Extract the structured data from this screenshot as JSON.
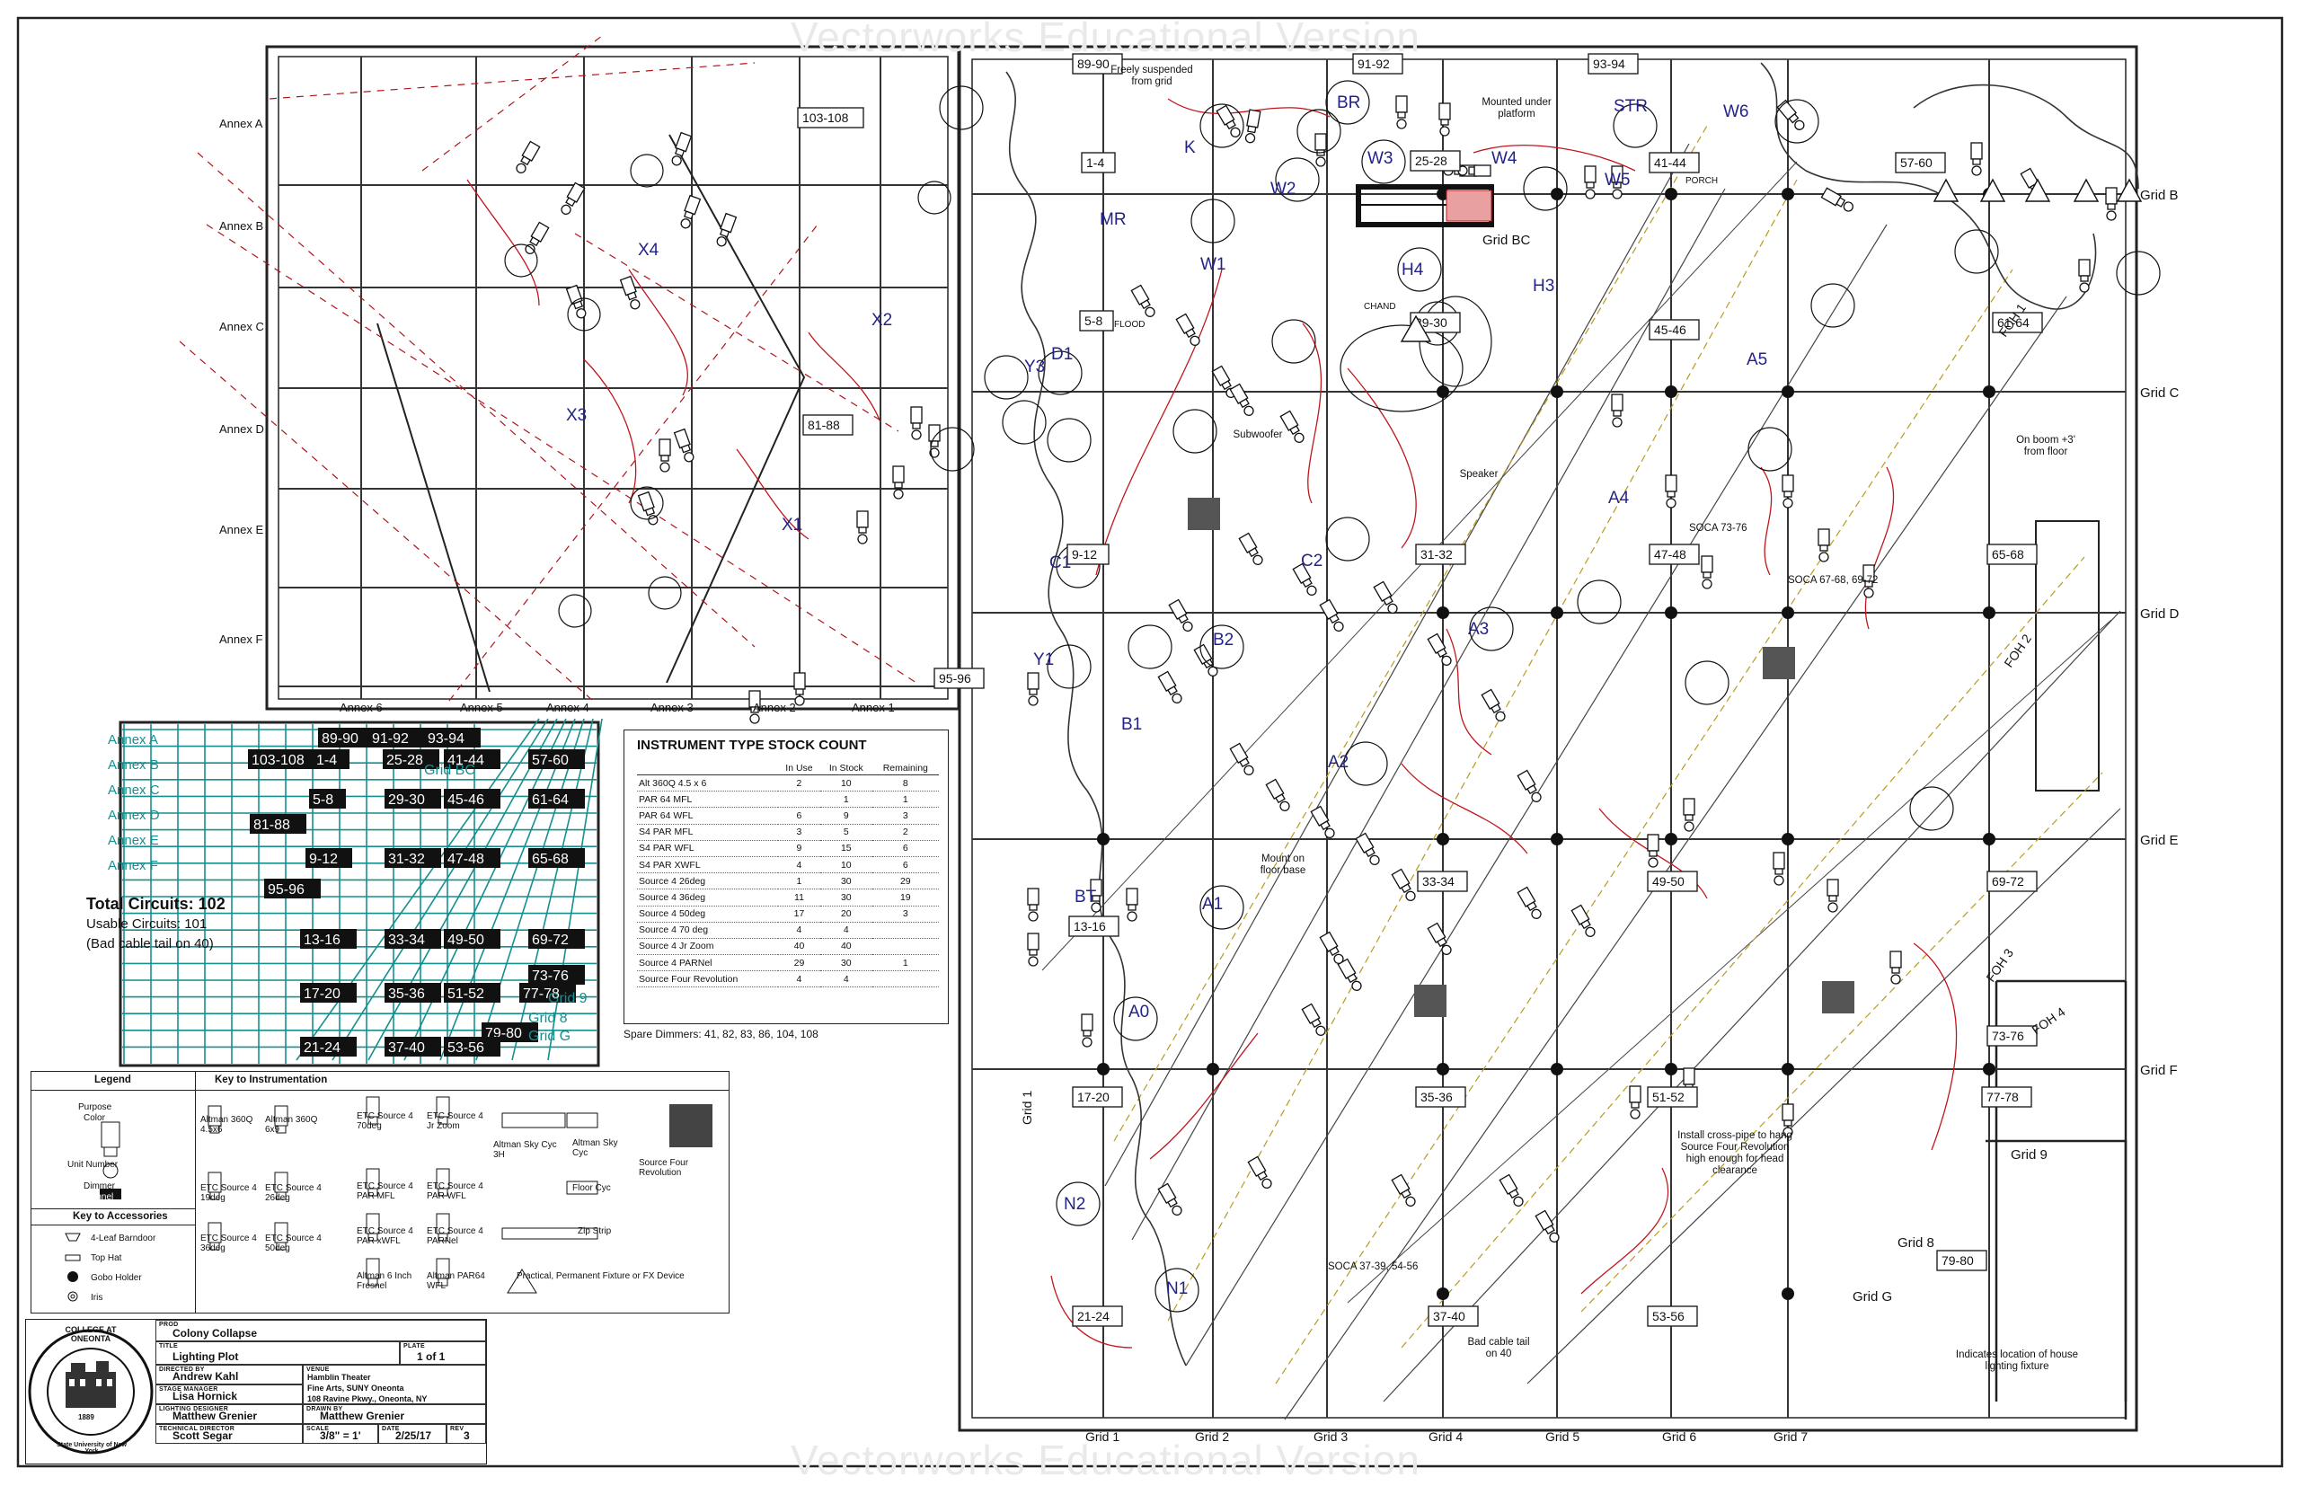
{
  "watermarks": {
    "top": "Vectorworks Educational Version",
    "bottom": "Vectorworks Educational Version"
  },
  "grid_labels": {
    "vertical": [
      "Grid 1",
      "Grid 2",
      "Grid 3",
      "Grid 4",
      "Grid 5",
      "Grid 6",
      "Grid 7"
    ],
    "horizontal": [
      "Grid B",
      "Grid C",
      "Grid D",
      "Grid E",
      "Grid F"
    ],
    "annex_rows": [
      "Annex A",
      "Annex B",
      "Annex C",
      "Annex D",
      "Annex E",
      "Annex F"
    ],
    "annex_cols": [
      "Annex 6",
      "Annex 5",
      "Annex 4",
      "Annex 3",
      "Annex 2",
      "Annex 1"
    ],
    "other": [
      "Grid BC",
      "Grid 8",
      "Grid 9",
      "Grid G"
    ]
  },
  "dimmer_boxes": [
    "89-90",
    "91-92",
    "93-94",
    "103-108",
    "1-4",
    "5-8",
    "81-88",
    "9-12",
    "95-96",
    "13-16",
    "17-20",
    "21-24",
    "25-28",
    "29-30",
    "31-32",
    "33-34",
    "35-36",
    "37-40",
    "41-44",
    "45-46",
    "47-48",
    "49-50",
    "51-52",
    "53-56",
    "57-60",
    "61-64",
    "65-68",
    "69-72",
    "73-76",
    "77-78",
    "79-80"
  ],
  "area_labels": [
    "BR",
    "STR",
    "W6",
    "K",
    "W3",
    "W4",
    "W5",
    "MR",
    "W2",
    "W1",
    "H4",
    "H3",
    "X4",
    "X2",
    "X3",
    "X1",
    "D1",
    "Y3",
    "A5",
    "A4",
    "C1",
    "C2",
    "B2",
    "A3",
    "Y1",
    "B1",
    "A2",
    "BT",
    "A1",
    "A0",
    "N2",
    "N1"
  ],
  "notes": {
    "freely": "Freely suspended from grid",
    "mounted": "Mounted under platform",
    "subwoofer": "Subwoofer",
    "speaker": "Speaker",
    "boom": "On boom +3' from floor",
    "mount_floor": "Mount on floor base",
    "socalabel1": "SOCA 73-76",
    "socalabel2": "SOCA 67-68, 69-72",
    "socalabel3": "SOCA 37-39, 54-56",
    "crosspipe": "Install cross-pipe to hang Source Four Revolution high enough for head clearance",
    "badcable": "Bad cable tail on 40",
    "house_loc": "Indicates location of house lighting fixture",
    "porch": "PORCH",
    "flood": "FLOOD",
    "chand": "CHAND",
    "foh1": "FOH 1",
    "foh2": "FOH 2",
    "foh3": "FOH 3",
    "foh4": "FOH 4"
  },
  "circuits": {
    "total": "Total Circuits: 102",
    "usable": "Usable Circuits: 101",
    "bad": "(Bad cable tail on 40)"
  },
  "stock": {
    "title": "INSTRUMENT TYPE STOCK COUNT",
    "headers": [
      "",
      "In Use",
      "In Stock",
      "Remaining"
    ],
    "rows": [
      [
        "Alt 360Q 4.5 x 6",
        "2",
        "10",
        "8"
      ],
      [
        "PAR 64 MFL",
        "",
        "1",
        "1"
      ],
      [
        "PAR 64 WFL",
        "6",
        "9",
        "3"
      ],
      [
        "S4 PAR MFL",
        "3",
        "5",
        "2"
      ],
      [
        "S4 PAR WFL",
        "9",
        "15",
        "6"
      ],
      [
        "S4 PAR XWFL",
        "4",
        "10",
        "6"
      ],
      [
        "Source 4 26deg",
        "1",
        "30",
        "29"
      ],
      [
        "Source 4 36deg",
        "11",
        "30",
        "19"
      ],
      [
        "Source 4 50deg",
        "17",
        "20",
        "3"
      ],
      [
        "Source 4 70 deg",
        "4",
        "4",
        ""
      ],
      [
        "Source 4 Jr Zoom",
        "40",
        "40",
        ""
      ],
      [
        "Source 4 PARNel",
        "29",
        "30",
        "1"
      ],
      [
        "Source Four Revolution",
        "4",
        "4",
        ""
      ]
    ],
    "spare": "Spare Dimmers: 41, 82, 83, 86, 104, 108"
  },
  "legend": {
    "title": "Legend",
    "key_instr": "Key to Instrumentation",
    "key_acc": "Key to Accessories",
    "sample": [
      "Purpose",
      "Color",
      "Unit Number",
      "Dimmer",
      "Channel"
    ],
    "instruments": [
      "Altman 360Q 4.5x6",
      "Altman 360Q 6x9",
      "ETC Source 4 70deg",
      "ETC Source 4 Jr Zoom",
      "Altman Sky Cyc 3H",
      "Altman Sky Cyc",
      "Source Four Revolution",
      "ETC Source 4 19deg",
      "ETC Source 4 26deg",
      "ETC Source 4 PAR MFL",
      "ETC Source 4 PAR WFL",
      "Floor Cyc",
      "ETC Source 4 36deg",
      "ETC Source 4 50deg",
      "ETC Source 4 PAR xWFL",
      "ETC Source 4 PARNel",
      "Zip Strip",
      "Altman 6 Inch Fresnel",
      "Altman PAR64 WFL",
      "Practical, Permanent Fixture or FX Device"
    ],
    "accessories": [
      "4-Leaf Barndoor",
      "Top Hat",
      "Gobo Holder",
      "Iris"
    ]
  },
  "titleblock": {
    "seal_top": "COLLEGE AT ONEONTA",
    "seal_bottom": "State University of New York",
    "seal_year": "1889",
    "prod_cap": "PROD",
    "prod": "Colony Collapse",
    "title_cap": "TITLE",
    "title": "Lighting Plot",
    "plate_cap": "PLATE",
    "plate": "1 of 1",
    "dir_cap": "DIRECTED BY",
    "dir": "Andrew Kahl",
    "venue_cap": "VENUE",
    "venue1": "Hamblin Theater",
    "venue2": "Fine Arts, SUNY Oneonta",
    "venue3": "108 Ravine Pkwy., Oneonta, NY",
    "sm_cap": "STAGE MANAGER",
    "sm": "Lisa Hornick",
    "ld_cap": "LIGHTING DESIGNER",
    "ld": "Matthew Grenier",
    "drawn_cap": "DRAWN BY",
    "drawn": "Matthew Grenier",
    "td_cap": "TECHNICAL DIRECTOR",
    "td": "Scott Segar",
    "scale_cap": "SCALE",
    "scale": "3/8\" = 1'",
    "date_cap": "DATE",
    "date": "2/25/17",
    "rev_cap": "REV",
    "rev": "3"
  }
}
